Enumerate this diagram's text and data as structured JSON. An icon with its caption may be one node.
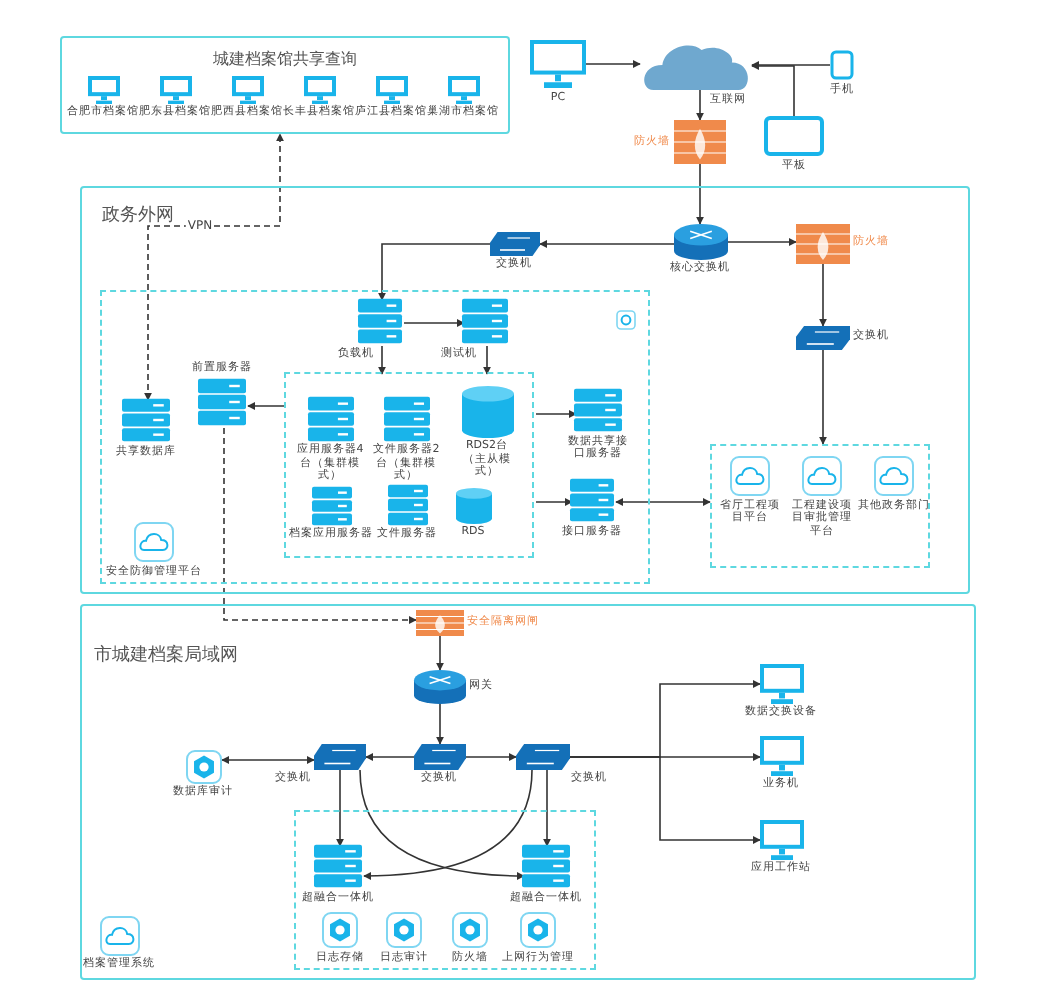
{
  "diagram": {
    "nodes": [
      {
        "text": [
          "城建档案馆共享查询"
        ]
      },
      {
        "text": [
          "合肥市档案馆"
        ],
        "in": 0
      },
      {
        "text": [
          "肥东县档案馆"
        ],
        "in": 0
      },
      {
        "text": [
          "肥西县档案馆"
        ],
        "in": 0
      },
      {
        "text": [
          "长丰县档案馆"
        ],
        "in": 0
      },
      {
        "text": [
          "庐江县档案馆"
        ],
        "in": 0
      },
      {
        "text": [
          "巢湖市档案馆"
        ],
        "in": 0
      },
      {
        "text": [
          "PC"
        ]
      },
      {
        "text": [
          "互联网"
        ]
      },
      {
        "text": [
          "手机"
        ]
      },
      {
        "text": [
          "平板"
        ]
      },
      {
        "text": [
          "防火墙"
        ]
      },
      {
        "text": [
          "政务外网"
        ]
      },
      {
        "text": [],
        "shape": "box",
        "in": 12
      },
      {
        "text": [
          "交换机"
        ],
        "in": 12
      },
      {
        "text": [
          "核心交换机"
        ],
        "in": 12
      },
      {
        "text": [
          "防火墙"
        ],
        "in": 12
      },
      {
        "text": [
          "交换机"
        ],
        "in": 12
      },
      {
        "text": [
          "负载机"
        ],
        "in": 13
      },
      {
        "text": [
          "测试机"
        ],
        "in": 13
      },
      {
        "text": [],
        "shape": "box",
        "in": 13
      },
      {
        "text": [
          "应用服务器4台（集群模式）"
        ],
        "in": 20
      },
      {
        "text": [
          "文件服务器2台（集群模式）"
        ],
        "in": 20
      },
      {
        "text": [
          "RDS2台（主从模式）"
        ],
        "in": 20
      },
      {
        "text": [
          "档案应用服务器"
        ],
        "in": 20
      },
      {
        "text": [
          "文件服务器"
        ],
        "in": 20
      },
      {
        "text": [
          "RDS"
        ],
        "in": 20
      },
      {
        "text": [
          "共享数据库"
        ],
        "in": 13
      },
      {
        "text": [
          "前置服务器"
        ],
        "in": 13
      },
      {
        "text": [
          "数据共享接口服务器"
        ],
        "in": 13
      },
      {
        "text": [
          "接口服务器"
        ],
        "in": 13
      },
      {
        "text": [
          "安全防御管理平台"
        ],
        "in": 13
      },
      {
        "text": [],
        "shape": "box",
        "in": 12
      },
      {
        "text": [
          "省厅工程项目平台"
        ],
        "in": 32
      },
      {
        "text": [
          "工程建设项目审批管理平台"
        ],
        "in": 32
      },
      {
        "text": [
          "其他政务部门"
        ],
        "in": 32
      },
      {
        "text": [
          "市城建档案局域网"
        ]
      },
      {
        "text": [
          "安全隔离网闸"
        ],
        "in": 36
      },
      {
        "text": [
          "网关"
        ],
        "in": 36
      },
      {
        "text": [
          "交换机"
        ],
        "in": 36
      },
      {
        "text": [
          "交换机"
        ],
        "in": 36
      },
      {
        "text": [
          "交换机"
        ],
        "in": 36
      },
      {
        "text": [
          "数据库审计"
        ],
        "in": 36
      },
      {
        "text": [],
        "shape": "box",
        "in": 36
      },
      {
        "text": [
          "超融合一体机"
        ],
        "in": 43
      },
      {
        "text": [
          "超融合一体机"
        ],
        "in": 43
      },
      {
        "text": [
          "日志存储"
        ],
        "in": 43
      },
      {
        "text": [
          "日志审计"
        ],
        "in": 43
      },
      {
        "text": [
          "防火墙"
        ],
        "in": 43
      },
      {
        "text": [
          "上网行为管理"
        ],
        "in": 43
      },
      {
        "text": [
          "档案管理系统"
        ],
        "in": 36
      },
      {
        "text": [
          "数据交换设备"
        ],
        "in": 36
      },
      {
        "text": [
          "业务机"
        ],
        "in": 36
      },
      {
        "text": [
          "应用工作站"
        ],
        "in": 36
      }
    ],
    "edges": [
      {
        "from": 7,
        "to": 8,
        "arrow": "to"
      },
      {
        "from": 9,
        "to": 8,
        "arrow": "to"
      },
      {
        "from": 10,
        "to": 8,
        "arrow": "to"
      },
      {
        "from": 8,
        "to": 11,
        "arrow": "to"
      },
      {
        "from": 11,
        "to": 15,
        "arrow": "to"
      },
      {
        "from": 15,
        "to": 14,
        "arrow": "to"
      },
      {
        "from": 15,
        "to": 16,
        "arrow": "to"
      },
      {
        "from": 16,
        "to": 17,
        "arrow": "to"
      },
      {
        "from": 17,
        "to": 32,
        "arrow": "to"
      },
      {
        "from": 14,
        "to": 18,
        "arrow": "to"
      },
      {
        "from": 18,
        "to": 19,
        "arrow": "to"
      },
      {
        "from": 18,
        "to": 20,
        "arrow": "to"
      },
      {
        "from": 19,
        "to": 20,
        "arrow": "to"
      },
      {
        "from": 20,
        "to": 28,
        "arrow": "to"
      },
      {
        "from": 20,
        "to": 29,
        "arrow": "to"
      },
      {
        "from": 20,
        "to": 30,
        "arrow": "to"
      },
      {
        "from": 30,
        "to": 32,
        "arrow": "both"
      },
      {
        "from": 27,
        "to": 0,
        "arrow": "both",
        "style": "dashed",
        "label": "VPN"
      },
      {
        "from": 28,
        "to": 37,
        "arrow": "to",
        "style": "dashed"
      },
      {
        "from": 37,
        "to": 38,
        "arrow": "to"
      },
      {
        "from": 38,
        "to": 40,
        "arrow": "to"
      },
      {
        "from": 40,
        "to": 39,
        "arrow": "to"
      },
      {
        "from": 40,
        "to": 41,
        "arrow": "to"
      },
      {
        "from": 39,
        "to": 42,
        "arrow": "both"
      },
      {
        "from": 39,
        "to": 44,
        "arrow": "to"
      },
      {
        "from": 41,
        "to": 45,
        "arrow": "to"
      },
      {
        "from": 39,
        "to": 45,
        "arrow": "to"
      },
      {
        "from": 41,
        "to": 44,
        "arrow": "to"
      },
      {
        "from": 41,
        "to": 51,
        "arrow": "to"
      },
      {
        "from": 41,
        "to": 52,
        "arrow": "to"
      },
      {
        "from": 41,
        "to": 53,
        "arrow": "to"
      }
    ]
  }
}
